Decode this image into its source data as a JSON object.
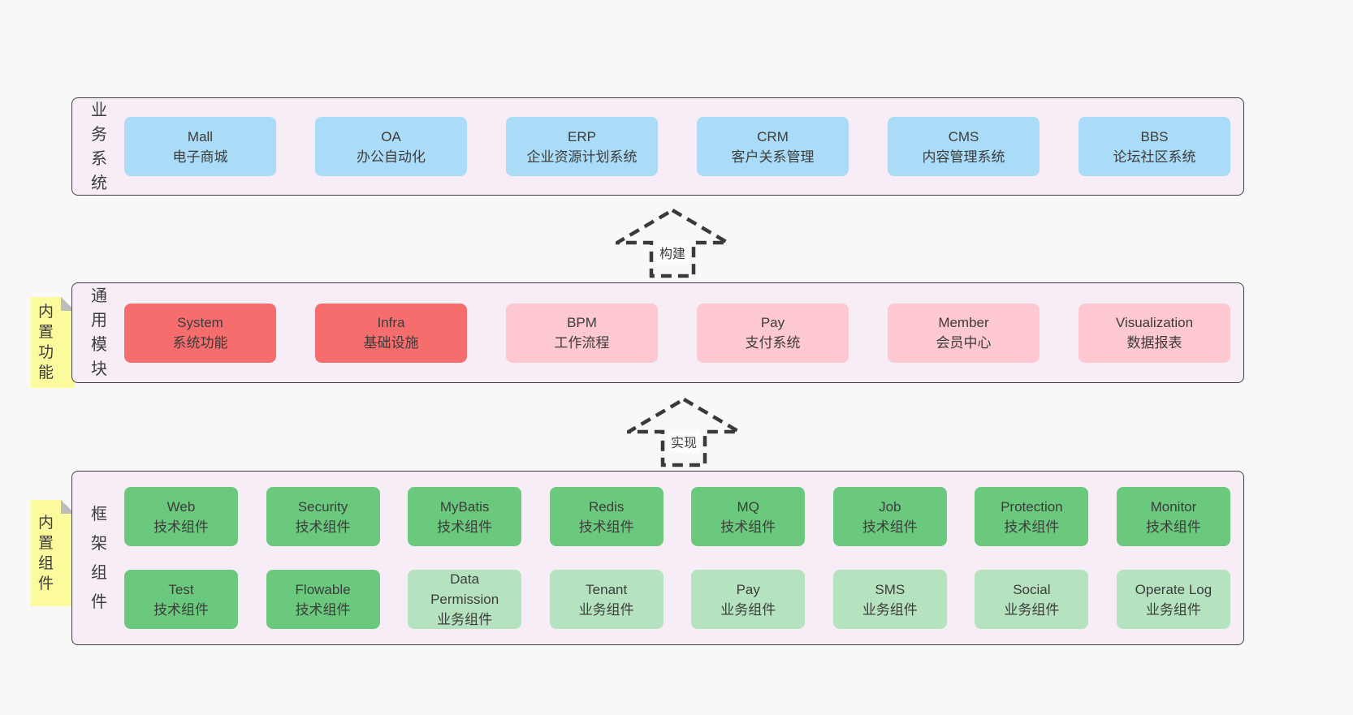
{
  "colors": {
    "page_bg": "#f8f8f8",
    "panel_bg": "#f6edf6",
    "panel_border": "#3f3f3f",
    "blue": "#aadcf8",
    "red": "#f56d6d",
    "pink": "#fdc8cf",
    "green_dark": "#6bc97d",
    "green_light": "#b6e3bf",
    "sticky_yellow": "#fbfb9d",
    "text": "#3c3c3c"
  },
  "arrows": [
    {
      "label": "构建"
    },
    {
      "label": "实现"
    }
  ],
  "panels": [
    {
      "label": "业务系统",
      "boxes": [
        {
          "title": "Mall",
          "subtitle": "电子商城",
          "variant": "blue"
        },
        {
          "title": "OA",
          "subtitle": "办公自动化",
          "variant": "blue"
        },
        {
          "title": "ERP",
          "subtitle": "企业资源计划系统",
          "variant": "blue"
        },
        {
          "title": "CRM",
          "subtitle": "客户关系管理",
          "variant": "blue"
        },
        {
          "title": "CMS",
          "subtitle": "内容管理系统",
          "variant": "blue"
        },
        {
          "title": "BBS",
          "subtitle": "论坛社区系统",
          "variant": "blue"
        }
      ]
    },
    {
      "label": "通用模块",
      "sticky": "内置功能",
      "boxes": [
        {
          "title": "System",
          "subtitle": "系统功能",
          "variant": "red"
        },
        {
          "title": "Infra",
          "subtitle": "基础设施",
          "variant": "red"
        },
        {
          "title": "BPM",
          "subtitle": "工作流程",
          "variant": "pink"
        },
        {
          "title": "Pay",
          "subtitle": "支付系统",
          "variant": "pink"
        },
        {
          "title": "Member",
          "subtitle": "会员中心",
          "variant": "pink"
        },
        {
          "title": "Visualization",
          "subtitle": "数据报表",
          "variant": "pink"
        }
      ]
    },
    {
      "label": "框架组件",
      "sticky": "内置组件",
      "rows": [
        [
          {
            "title": "Web",
            "subtitle": "技术组件",
            "variant": "green-dark"
          },
          {
            "title": "Security",
            "subtitle": "技术组件",
            "variant": "green-dark"
          },
          {
            "title": "MyBatis",
            "subtitle": "技术组件",
            "variant": "green-dark"
          },
          {
            "title": "Redis",
            "subtitle": "技术组件",
            "variant": "green-dark"
          },
          {
            "title": "MQ",
            "subtitle": "技术组件",
            "variant": "green-dark"
          },
          {
            "title": "Job",
            "subtitle": "技术组件",
            "variant": "green-dark"
          },
          {
            "title": "Protection",
            "subtitle": "技术组件",
            "variant": "green-dark"
          },
          {
            "title": "Monitor",
            "subtitle": "技术组件",
            "variant": "green-dark"
          }
        ],
        [
          {
            "title": "Test",
            "subtitle": "技术组件",
            "variant": "green-dark"
          },
          {
            "title": "Flowable",
            "subtitle": "技术组件",
            "variant": "green-dark"
          },
          {
            "title": "Data\nPermission",
            "subtitle": "业务组件",
            "variant": "green-light"
          },
          {
            "title": "Tenant",
            "subtitle": "业务组件",
            "variant": "green-light"
          },
          {
            "title": "Pay",
            "subtitle": "业务组件",
            "variant": "green-light"
          },
          {
            "title": "SMS",
            "subtitle": "业务组件",
            "variant": "green-light"
          },
          {
            "title": "Social",
            "subtitle": "业务组件",
            "variant": "green-light"
          },
          {
            "title": "Operate Log",
            "subtitle": "业务组件",
            "variant": "green-light"
          }
        ]
      ]
    }
  ]
}
